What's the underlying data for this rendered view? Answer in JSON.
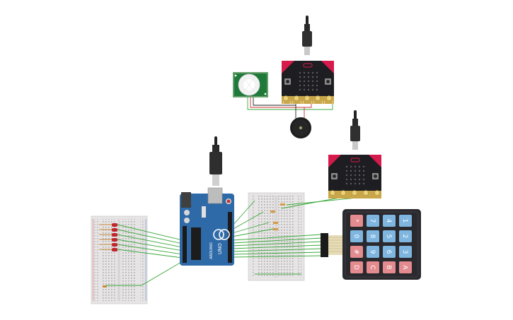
{
  "canvas": {
    "background": "#ffffff"
  },
  "colors": {
    "arduino_board": "#2f6aa8",
    "microbit_board": "#1e1e22",
    "microbit_accent": "#d61a4c",
    "pir_board": "#1f7a3a",
    "keypad_body": "#2a2a2e",
    "key_red": "#e38b8e",
    "key_blue": "#7fb6e0",
    "wire_green": "#3aa83a",
    "wire_red": "#c83030",
    "wire_black": "#222222",
    "led_red": "#c0262d",
    "breadboard": "#e8e6e6",
    "buzzer": "#1d1d1d"
  },
  "arduino": {
    "logo_text": "UNO",
    "brand_text": "ARDUINO"
  },
  "microbits": [
    {
      "name": "microbit-top"
    },
    {
      "name": "microbit-middle"
    }
  ],
  "keypad": {
    "rows": [
      [
        {
          "label": "1",
          "color": "blue"
        },
        {
          "label": "2",
          "color": "blue"
        },
        {
          "label": "3",
          "color": "blue"
        },
        {
          "label": "A",
          "color": "red"
        }
      ],
      [
        {
          "label": "4",
          "color": "blue"
        },
        {
          "label": "5",
          "color": "blue"
        },
        {
          "label": "6",
          "color": "blue"
        },
        {
          "label": "B",
          "color": "red"
        }
      ],
      [
        {
          "label": "7",
          "color": "blue"
        },
        {
          "label": "8",
          "color": "blue"
        },
        {
          "label": "9",
          "color": "blue"
        },
        {
          "label": "C",
          "color": "red"
        }
      ],
      [
        {
          "label": "*",
          "color": "red"
        },
        {
          "label": "0",
          "color": "blue"
        },
        {
          "label": "#",
          "color": "red"
        },
        {
          "label": "D",
          "color": "red"
        }
      ]
    ]
  },
  "leds": {
    "count": 6,
    "color": "red"
  }
}
